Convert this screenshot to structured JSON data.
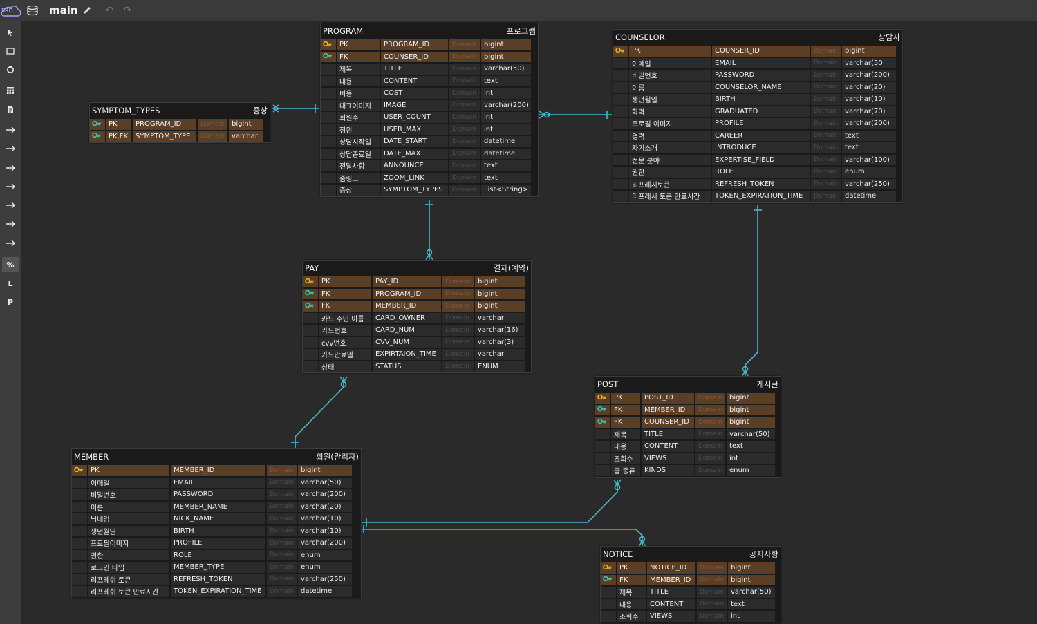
{
  "app": {
    "logo": "ERD",
    "branch": "main"
  },
  "icons": {
    "key_pk_color": "#e0b92a",
    "key_fk_color": "#3cc4b8",
    "line_color": "#48b9c7"
  },
  "tables": [
    {
      "id": "program",
      "name": "PROGRAM",
      "comment": "프로그램",
      "cols": [
        {
          "icon": "pk",
          "key": "PK",
          "name": "PROGRAM_ID",
          "domain": "Domain",
          "type": "bigint"
        },
        {
          "icon": "fk",
          "key": "FK",
          "name": "COUNSER_ID",
          "domain": "Domain",
          "type": "bigint"
        },
        {
          "icon": "",
          "key": "제목",
          "name": "TITLE",
          "domain": "Domain",
          "type": "varchar(50)"
        },
        {
          "icon": "",
          "key": "내용",
          "name": "CONTENT",
          "domain": "Domain",
          "type": "text"
        },
        {
          "icon": "",
          "key": "비용",
          "name": "COST",
          "domain": "Domain",
          "type": "int"
        },
        {
          "icon": "",
          "key": "대표이미지",
          "name": "IMAGE",
          "domain": "Domain",
          "type": "varchar(200)"
        },
        {
          "icon": "",
          "key": "회원수",
          "name": "USER_COUNT",
          "domain": "Domain",
          "type": "int"
        },
        {
          "icon": "",
          "key": "정원",
          "name": "USER_MAX",
          "domain": "Domain",
          "type": "int"
        },
        {
          "icon": "",
          "key": "상담시작일",
          "name": "DATE_START",
          "domain": "Domain",
          "type": "datetime"
        },
        {
          "icon": "",
          "key": "상담종료일",
          "name": "DATE_MAX",
          "domain": "Domain",
          "type": "datetime"
        },
        {
          "icon": "",
          "key": "전달사항",
          "name": "ANNOUNCE",
          "domain": "Domain",
          "type": "text"
        },
        {
          "icon": "",
          "key": "줌링크",
          "name": "ZOOM_LINK",
          "domain": "Domain",
          "type": "text"
        },
        {
          "icon": "",
          "key": "증상",
          "name": "SYMPTOM_TYPES",
          "domain": "Domain",
          "type": "List<String>"
        }
      ]
    },
    {
      "id": "counselor",
      "name": "COUNSELOR",
      "comment": "상담사",
      "cols": [
        {
          "icon": "pk",
          "key": "PK",
          "name": "COUNSER_ID",
          "domain": "Domain",
          "type": "bigint"
        },
        {
          "icon": "",
          "key": "이메일",
          "name": "EMAIL",
          "domain": "Domain",
          "type": "varchar(50"
        },
        {
          "icon": "",
          "key": "비밀번호",
          "name": "PASSWORD",
          "domain": "Domain",
          "type": "varchar(200)"
        },
        {
          "icon": "",
          "key": "이름",
          "name": "COUNSELOR_NAME",
          "domain": "Domain",
          "type": "varchar(20)"
        },
        {
          "icon": "",
          "key": "생년월일",
          "name": "BIRTH",
          "domain": "Domain",
          "type": "varchar(10)"
        },
        {
          "icon": "",
          "key": "학력",
          "name": "GRADUATED",
          "domain": "Domain",
          "type": "varchar(70)"
        },
        {
          "icon": "",
          "key": "프로필 이미지",
          "name": "PROFILE",
          "domain": "Domain",
          "type": "varchar(200)"
        },
        {
          "icon": "",
          "key": "경력",
          "name": "CAREER",
          "domain": "Domain",
          "type": "text"
        },
        {
          "icon": "",
          "key": "자기소개",
          "name": "INTRODUCE",
          "domain": "Domain",
          "type": "text"
        },
        {
          "icon": "",
          "key": "전문 분야",
          "name": "EXPERTISE_FIELD",
          "domain": "Domain",
          "type": "varchar(100)"
        },
        {
          "icon": "",
          "key": "권한",
          "name": "ROLE",
          "domain": "Domain",
          "type": "enum"
        },
        {
          "icon": "",
          "key": "리프레시토큰",
          "name": "REFRESH_TOKEN",
          "domain": "Domain",
          "type": "varchar(250)"
        },
        {
          "icon": "",
          "key": "리프레시 토큰 만료시간",
          "name": "TOKEN_EXPIRATION_TIME",
          "domain": "Domain",
          "type": "datetime"
        }
      ]
    },
    {
      "id": "symptom",
      "name": "SYMPTOM_TYPES",
      "comment": "증상",
      "cols": [
        {
          "icon": "fk",
          "key": "PK",
          "name": "PROGRAM_ID",
          "domain": "Domain",
          "type": "bigint"
        },
        {
          "icon": "fk",
          "key": "PK,FK",
          "name": "SYMPTOM_TYPE",
          "domain": "Domain",
          "type": "varchar"
        }
      ]
    },
    {
      "id": "pay",
      "name": "PAY",
      "comment": "결제(예약)",
      "cols": [
        {
          "icon": "pk",
          "key": "PK",
          "name": "PAY_ID",
          "domain": "Domain",
          "type": "bigint"
        },
        {
          "icon": "fk",
          "key": "FK",
          "name": "PROGRAM_ID",
          "domain": "Domain",
          "type": "bigint"
        },
        {
          "icon": "fk",
          "key": "FK",
          "name": "MEMBER_ID",
          "domain": "Domain",
          "type": "bigint"
        },
        {
          "icon": "",
          "key": "카드 주인 이름",
          "name": "CARD_OWNER",
          "domain": "Domain",
          "type": "varchar"
        },
        {
          "icon": "",
          "key": "카드번호",
          "name": "CARD_NUM",
          "domain": "Domain",
          "type": "varchar(16)"
        },
        {
          "icon": "",
          "key": "cvv번호",
          "name": "CVV_NUM",
          "domain": "Domain",
          "type": "varchar(3)"
        },
        {
          "icon": "",
          "key": "카드만료일",
          "name": "EXPIRTAION_TIME",
          "domain": "Domain",
          "type": "varchar"
        },
        {
          "icon": "",
          "key": "상태",
          "name": "STATUS",
          "domain": "Domain",
          "type": "ENUM"
        }
      ]
    },
    {
      "id": "post",
      "name": "POST",
      "comment": "게시글",
      "cols": [
        {
          "icon": "pk",
          "key": "PK",
          "name": "POST_ID",
          "domain": "Domain",
          "type": "bigint"
        },
        {
          "icon": "fk",
          "key": "FK",
          "name": "MEMBER_ID",
          "domain": "Domain",
          "type": "bigint"
        },
        {
          "icon": "fk",
          "key": "FK",
          "name": "COUNSER_ID",
          "domain": "Domain",
          "type": "bigint"
        },
        {
          "icon": "",
          "key": "제목",
          "name": "TITLE",
          "domain": "Domain",
          "type": "varchar(50)"
        },
        {
          "icon": "",
          "key": "내용",
          "name": "CONTENT",
          "domain": "Domain",
          "type": "text"
        },
        {
          "icon": "",
          "key": "조회수",
          "name": "VIEWS",
          "domain": "Domain",
          "type": "int"
        },
        {
          "icon": "",
          "key": "글 종류",
          "name": "KINDS",
          "domain": "Domain",
          "type": "enum"
        }
      ]
    },
    {
      "id": "member",
      "name": "MEMBER",
      "comment": "회원(관리자)",
      "cols": [
        {
          "icon": "pk",
          "key": "PK",
          "name": "MEMBER_ID",
          "domain": "Domain",
          "type": "bigint"
        },
        {
          "icon": "",
          "key": "이메일",
          "name": "EMAIL",
          "domain": "Domain",
          "type": "varchar(50)"
        },
        {
          "icon": "",
          "key": "비밀번호",
          "name": "PASSWORD",
          "domain": "Domain",
          "type": "varchar(200)"
        },
        {
          "icon": "",
          "key": "이름",
          "name": "MEMBER_NAME",
          "domain": "Domain",
          "type": "varchar(20)"
        },
        {
          "icon": "",
          "key": "닉네임",
          "name": "NICK_NAME",
          "domain": "Domain",
          "type": "varchar(10)"
        },
        {
          "icon": "",
          "key": "생년월일",
          "name": "BIRTH",
          "domain": "Domain",
          "type": "varchar(10)"
        },
        {
          "icon": "",
          "key": "프로필이미지",
          "name": "PROFILE",
          "domain": "Domain",
          "type": "varchar(200)"
        },
        {
          "icon": "",
          "key": "권한",
          "name": "ROLE",
          "domain": "Domain",
          "type": "enum"
        },
        {
          "icon": "",
          "key": "로그인 타입",
          "name": "MEMBER_TYPE",
          "domain": "Domain",
          "type": "enum"
        },
        {
          "icon": "",
          "key": "리프레쉬 토큰",
          "name": "REFRESH_TOKEN",
          "domain": "Domain",
          "type": "varchar(250)"
        },
        {
          "icon": "",
          "key": "리프레쉬 토큰 만료시간",
          "name": "TOKEN_EXPIRATION_TIME",
          "domain": "Domain",
          "type": "datetime"
        }
      ]
    },
    {
      "id": "notice",
      "name": "NOTICE",
      "comment": "공지사항",
      "cols": [
        {
          "icon": "pk",
          "key": "PK",
          "name": "NOTICE_ID",
          "domain": "Domain",
          "type": "bigint"
        },
        {
          "icon": "fk",
          "key": "FK",
          "name": "MEMBER_ID",
          "domain": "Domain",
          "type": "bigint"
        },
        {
          "icon": "",
          "key": "제목",
          "name": "TITLE",
          "domain": "Domain",
          "type": "varchar(50)"
        },
        {
          "icon": "",
          "key": "내용",
          "name": "CONTENT",
          "domain": "Domain",
          "type": "text"
        },
        {
          "icon": "",
          "key": "조회수",
          "name": "VIEWS",
          "domain": "Domain",
          "type": "int"
        }
      ]
    }
  ],
  "sidebar_tools": [
    {
      "name": "select-tool",
      "glyph": "cursor"
    },
    {
      "name": "marquee-tool",
      "glyph": "rect"
    },
    {
      "name": "hand-tool",
      "glyph": "hand"
    },
    {
      "name": "table-tool",
      "glyph": "table"
    },
    {
      "name": "memo-tool",
      "glyph": "memo"
    },
    {
      "name": "relation-zero-one-n-tool",
      "glyph": "rel"
    },
    {
      "name": "relation-zero-n-tool",
      "glyph": "rel"
    },
    {
      "name": "relation-zero-one-tool",
      "glyph": "rel"
    },
    {
      "name": "relation-one-n-tool",
      "glyph": "rel"
    },
    {
      "name": "relation-one-one-tool",
      "glyph": "rel"
    },
    {
      "name": "relation-n-tool",
      "glyph": "rel"
    },
    {
      "name": "relation-one-tool",
      "glyph": "rel"
    },
    {
      "name": "percent-tool",
      "glyph": "text",
      "label": "%"
    },
    {
      "name": "logical-tool",
      "glyph": "text",
      "label": "L"
    },
    {
      "name": "physical-tool",
      "glyph": "text",
      "label": "P"
    }
  ]
}
